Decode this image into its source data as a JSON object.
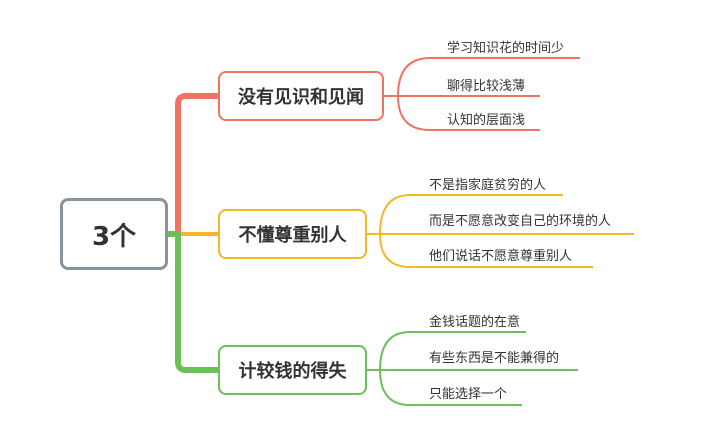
{
  "root": {
    "label": "3个"
  },
  "branches": [
    {
      "label": "没有见识和见闻",
      "color": "#f07362",
      "leaves": [
        "学习知识花的时间少",
        "聊得比较浅薄",
        "认知的层面浅"
      ]
    },
    {
      "label": "不懂尊重别人",
      "color": "#f5b727",
      "leaves": [
        "不是指家庭贫穷的人",
        "而是不愿意改变自己的环境的人",
        "他们说话不愿意尊重别人"
      ]
    },
    {
      "label": "计较钱的得失",
      "color": "#6dbf5a",
      "leaves": [
        "金钱话题的在意",
        "有些东西是不能兼得的",
        "只能选择一个"
      ]
    }
  ]
}
